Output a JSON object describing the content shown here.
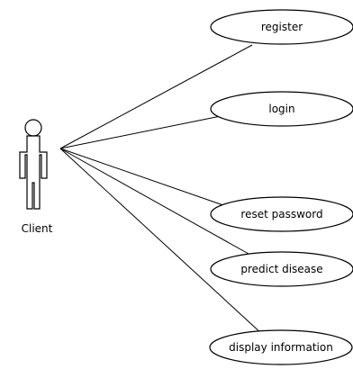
{
  "actor": {
    "name": "Client"
  },
  "use_cases": [
    {
      "label": "register"
    },
    {
      "label": "login"
    },
    {
      "label": "reset password"
    },
    {
      "label": "predict disease"
    },
    {
      "label": "display information"
    }
  ]
}
